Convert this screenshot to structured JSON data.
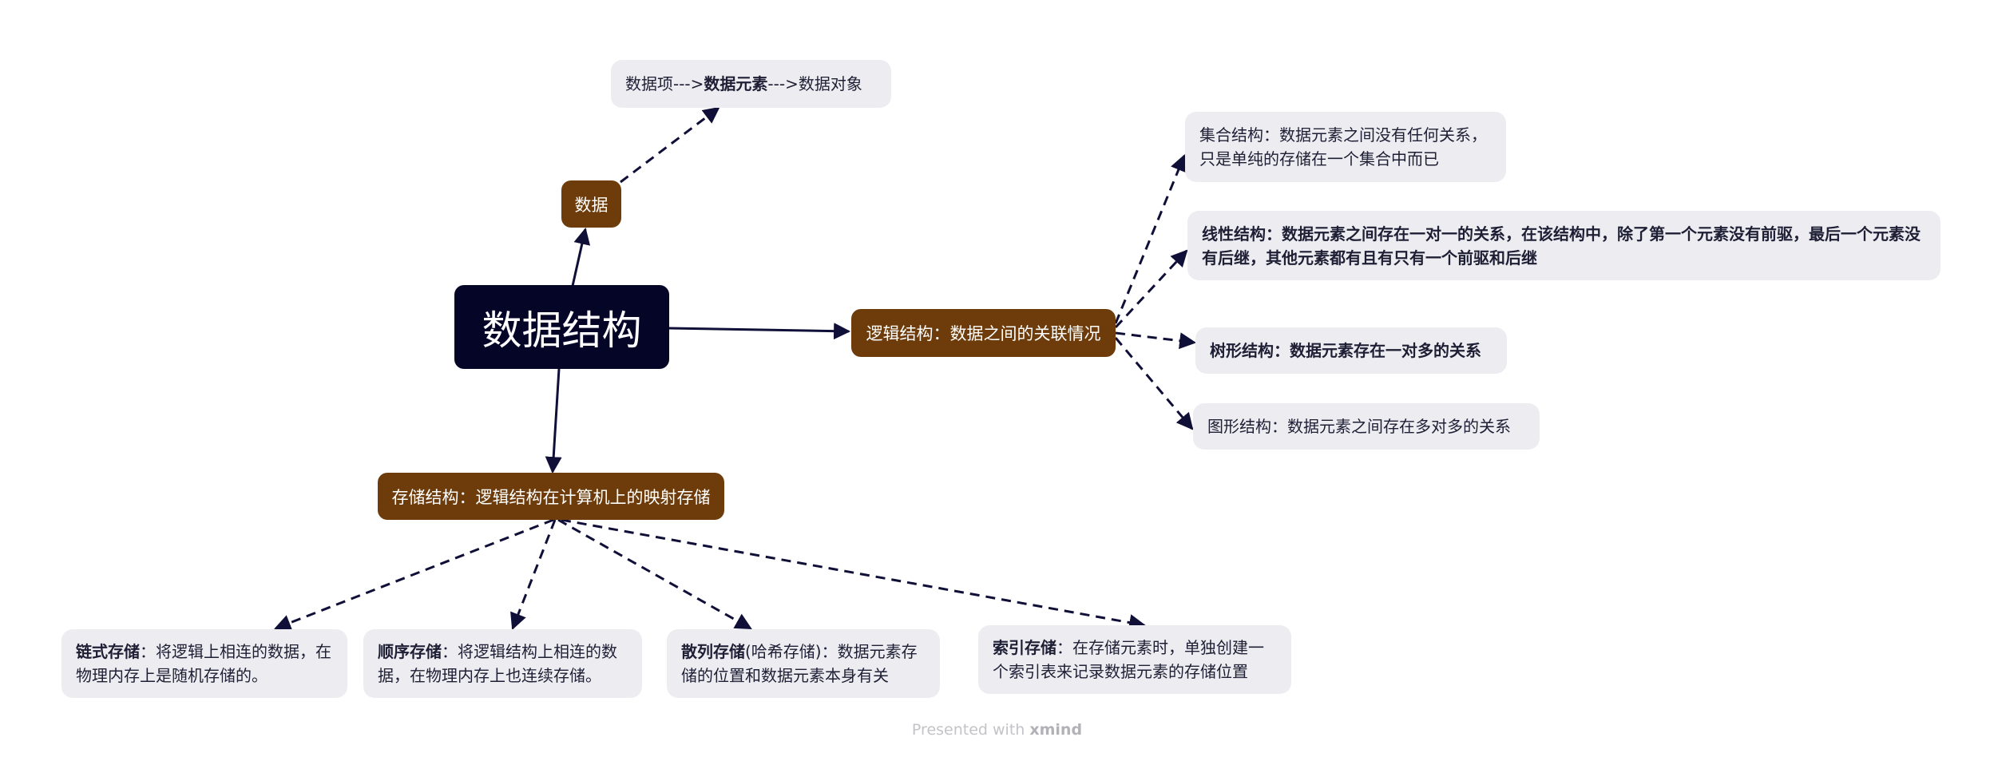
{
  "colors": {
    "root_bg": "#050527",
    "branch_bg": "#6e3c0b",
    "leaf_bg": "#ededf1",
    "link": "#0f0f38"
  },
  "root": {
    "label": "数据结构"
  },
  "branches": {
    "data": {
      "label": "数据"
    },
    "logic": {
      "label": "逻辑结构：数据之间的关联情况"
    },
    "storage": {
      "label": "存储结构：逻辑结构在计算机上的映射存储"
    }
  },
  "data_chain": {
    "part1": "数据项--->",
    "part2": "数据元素",
    "part3": "--->数据对象"
  },
  "logic_items": {
    "set": "集合结构：数据元素之间没有任何关系，只是单纯的存储在一个集合中而已",
    "linear": "线性结构：数据元素之间存在一对一的关系，在该结构中，除了第一个元素没有前驱，最后一个元素没有后继，其他元素都有且有只有一个前驱和后继",
    "tree": "树形结构：数据元素存在一对多的关系",
    "graph": "图形结构：数据元素之间存在多对多的关系"
  },
  "storage_items": {
    "linked": {
      "title": "链式存储",
      "text": "：将逻辑上相连的数据，在物理内存上是随机存储的。"
    },
    "sequential": {
      "title": "顺序存储",
      "text": "：将逻辑结构上相连的数据，在物理内存上也连续存储。"
    },
    "hash": {
      "title": "散列存储",
      "text": "(哈希存储)：数据元素存储的位置和数据元素本身有关"
    },
    "index": {
      "title": "索引存储",
      "text": "：在存储元素时，单独创建一个索引表来记录数据元素的存储位置"
    }
  },
  "footer": {
    "prefix": "Presented with ",
    "brand": "xmind"
  }
}
